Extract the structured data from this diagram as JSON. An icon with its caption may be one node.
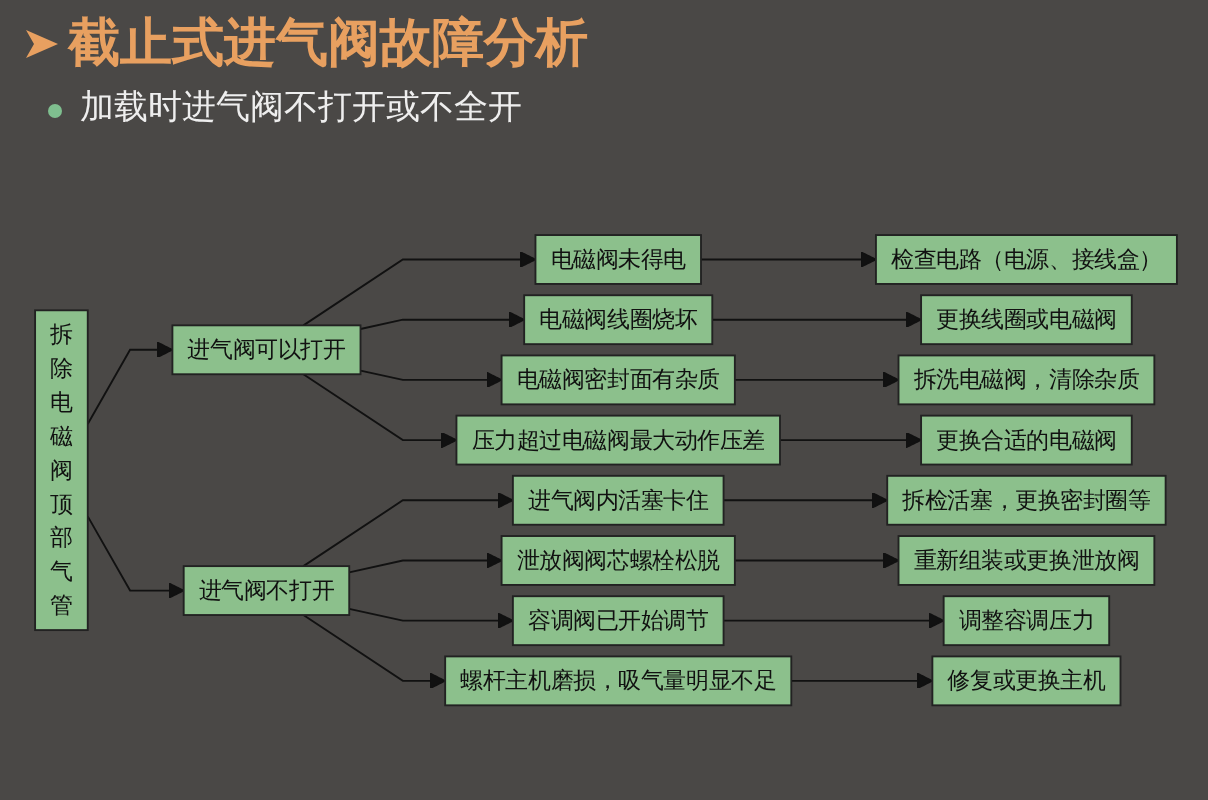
{
  "diagram": {
    "title": "截止式进气阀故障分析",
    "nodes": [
      {
        "text": [
          "拆除电磁阀顶部气管"
        ]
      },
      {
        "text": [
          "进气阀可以打开"
        ]
      },
      {
        "text": [
          "进气阀不打开"
        ]
      },
      {
        "text": [
          "电磁阀未得电"
        ]
      },
      {
        "text": [
          "检查电路（电源、接线盒）"
        ]
      },
      {
        "text": [
          "电磁阀线圈烧坏"
        ]
      },
      {
        "text": [
          "更换线圈或电磁阀"
        ]
      },
      {
        "text": [
          "电磁阀密封面有杂质"
        ]
      },
      {
        "text": [
          "拆洗电磁阀，清除杂质"
        ]
      },
      {
        "text": [
          "压力超过电磁阀最大动作压差"
        ]
      },
      {
        "text": [
          "更换合适的电磁阀"
        ]
      },
      {
        "text": [
          "进气阀内活塞卡住"
        ]
      },
      {
        "text": [
          "拆检活塞，更换密封圈等"
        ]
      },
      {
        "text": [
          "泄放阀阀芯螺栓松脱"
        ]
      },
      {
        "text": [
          "重新组装或更换泄放阀"
        ]
      },
      {
        "text": [
          "容调阀已开始调节"
        ]
      },
      {
        "text": [
          "调整容调压力"
        ]
      },
      {
        "text": [
          "螺杆主机磨损，吸气量明显不足"
        ]
      },
      {
        "text": [
          "修复或更换主机"
        ]
      }
    ],
    "edges": [
      {
        "from": 0,
        "to": 1,
        "arrow": "to"
      },
      {
        "from": 0,
        "to": 2,
        "arrow": "to"
      },
      {
        "from": 1,
        "to": 3,
        "arrow": "to"
      },
      {
        "from": 1,
        "to": 5,
        "arrow": "to"
      },
      {
        "from": 1,
        "to": 7,
        "arrow": "to"
      },
      {
        "from": 1,
        "to": 9,
        "arrow": "to"
      },
      {
        "from": 2,
        "to": 11,
        "arrow": "to"
      },
      {
        "from": 2,
        "to": 13,
        "arrow": "to"
      },
      {
        "from": 2,
        "to": 15,
        "arrow": "to"
      },
      {
        "from": 2,
        "to": 17,
        "arrow": "to"
      },
      {
        "from": 3,
        "to": 4,
        "arrow": "to"
      },
      {
        "from": 5,
        "to": 6,
        "arrow": "to"
      },
      {
        "from": 7,
        "to": 8,
        "arrow": "to"
      },
      {
        "from": 9,
        "to": 10,
        "arrow": "to"
      },
      {
        "from": 11,
        "to": 12,
        "arrow": "to"
      },
      {
        "from": 13,
        "to": 14,
        "arrow": "to"
      },
      {
        "from": 15,
        "to": 16,
        "arrow": "to"
      },
      {
        "from": 17,
        "to": 18,
        "arrow": "to"
      }
    ],
    "labels": [
      "加载时进气阀不打开或不全开"
    ]
  }
}
